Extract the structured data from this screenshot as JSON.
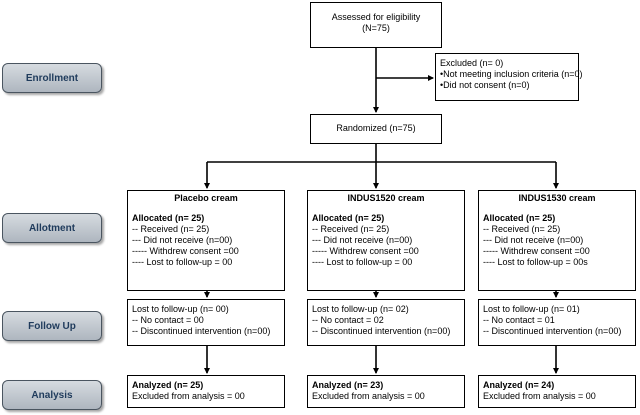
{
  "colors": {
    "stage_text": "#1f3b5c",
    "stage_fill": "#c3cad2",
    "line": "#000000"
  },
  "stages": {
    "enrollment": "Enrollment",
    "allotment": "Allotment",
    "follow_up": "Follow Up",
    "analysis": "Analysis"
  },
  "assessed": {
    "line1": "Assessed for eligibility",
    "line2": "(N=75)"
  },
  "excluded": {
    "title": "Excluded (n= 0)",
    "items": [
      "Not meeting inclusion criteria (n=0)",
      "Did not consent (n=0)"
    ]
  },
  "randomized": "Randomized (n=75)",
  "arms": [
    {
      "header": "Placebo cream",
      "allocation": {
        "title": "Allocated (n= 25)",
        "lines": [
          "-- Received (n= 25)",
          "--- Did not receive (n=00)",
          "----- Withdrew consent =00",
          "---- Lost to follow-up = 00"
        ]
      },
      "follow_up": {
        "title": "Lost to follow-up (n= 00)",
        "lines": [
          "-- No contact = 00",
          "-- Discontinued intervention (n=00)"
        ]
      },
      "analysis": {
        "title": "Analyzed (n= 25)",
        "line": "Excluded from analysis = 00"
      }
    },
    {
      "header": "INDUS1520 cream",
      "allocation": {
        "title": "Allocated (n= 25)",
        "lines": [
          "-- Received (n= 25)",
          "--- Did not receive (n=00)",
          "----- Withdrew consent =00",
          "---- Lost to follow-up = 00"
        ]
      },
      "follow_up": {
        "title": "Lost to follow-up (n= 02)",
        "lines": [
          "-- No contact = 02",
          "-- Discontinued intervention (n=00)"
        ]
      },
      "analysis": {
        "title": "Analyzed (n= 23)",
        "line": "Excluded from analysis = 00"
      }
    },
    {
      "header": "INDUS1530 cream",
      "allocation": {
        "title": "Allocated (n= 25)",
        "lines": [
          "-- Received (n= 25)",
          "--- Did not receive (n=00)",
          "----- Withdrew consent =00",
          "---- Lost to follow-up = 00s"
        ]
      },
      "follow_up": {
        "title": "Lost to follow-up (n= 01)",
        "lines": [
          "-- No contact = 01",
          "-- Discontinued intervention (n=00)"
        ]
      },
      "analysis": {
        "title": "Analyzed (n= 24)",
        "line": "Excluded from analysis = 00"
      }
    }
  ]
}
